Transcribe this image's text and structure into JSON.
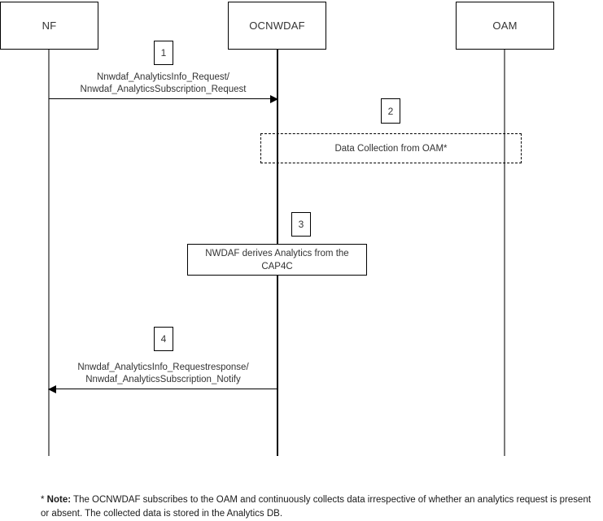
{
  "diagram": {
    "type": "sequence-diagram",
    "participants": [
      {
        "id": "nf",
        "label": "NF",
        "lifeline_color": "#7a7a7a"
      },
      {
        "id": "ocnwdaf",
        "label": "OCNWDAF",
        "lifeline_color": "#000000"
      },
      {
        "id": "oam",
        "label": "OAM",
        "lifeline_color": "#7a7a7a"
      }
    ],
    "steps": [
      {
        "number": "1",
        "kind": "message",
        "from": "nf",
        "to": "ocnwdaf",
        "direction": "right",
        "label": "Nnwdaf_AnalyticsInfo_Request/\nNnwdaf_AnalyticsSubscription_Request"
      },
      {
        "number": "2",
        "kind": "fragment",
        "style": "dashed",
        "from": "ocnwdaf",
        "to": "oam",
        "label": "Data Collection from OAM*"
      },
      {
        "number": "3",
        "kind": "activity",
        "on": "ocnwdaf",
        "label": "NWDAF derives Analytics from the\nCAP4C"
      },
      {
        "number": "4",
        "kind": "message",
        "from": "ocnwdaf",
        "to": "nf",
        "direction": "left",
        "label": "Nnwdaf_AnalyticsInfo_Requestresponse/\nNnwdaf_AnalyticsSubscription_Notify"
      }
    ],
    "footnote": {
      "marker": "* ",
      "keyword": "Note:",
      "text": " The OCNWDAF  subscribes to the OAM and continuously collects data irrespective of whether an analytics request is present or absent. The collected data is stored in the Analytics DB."
    }
  }
}
